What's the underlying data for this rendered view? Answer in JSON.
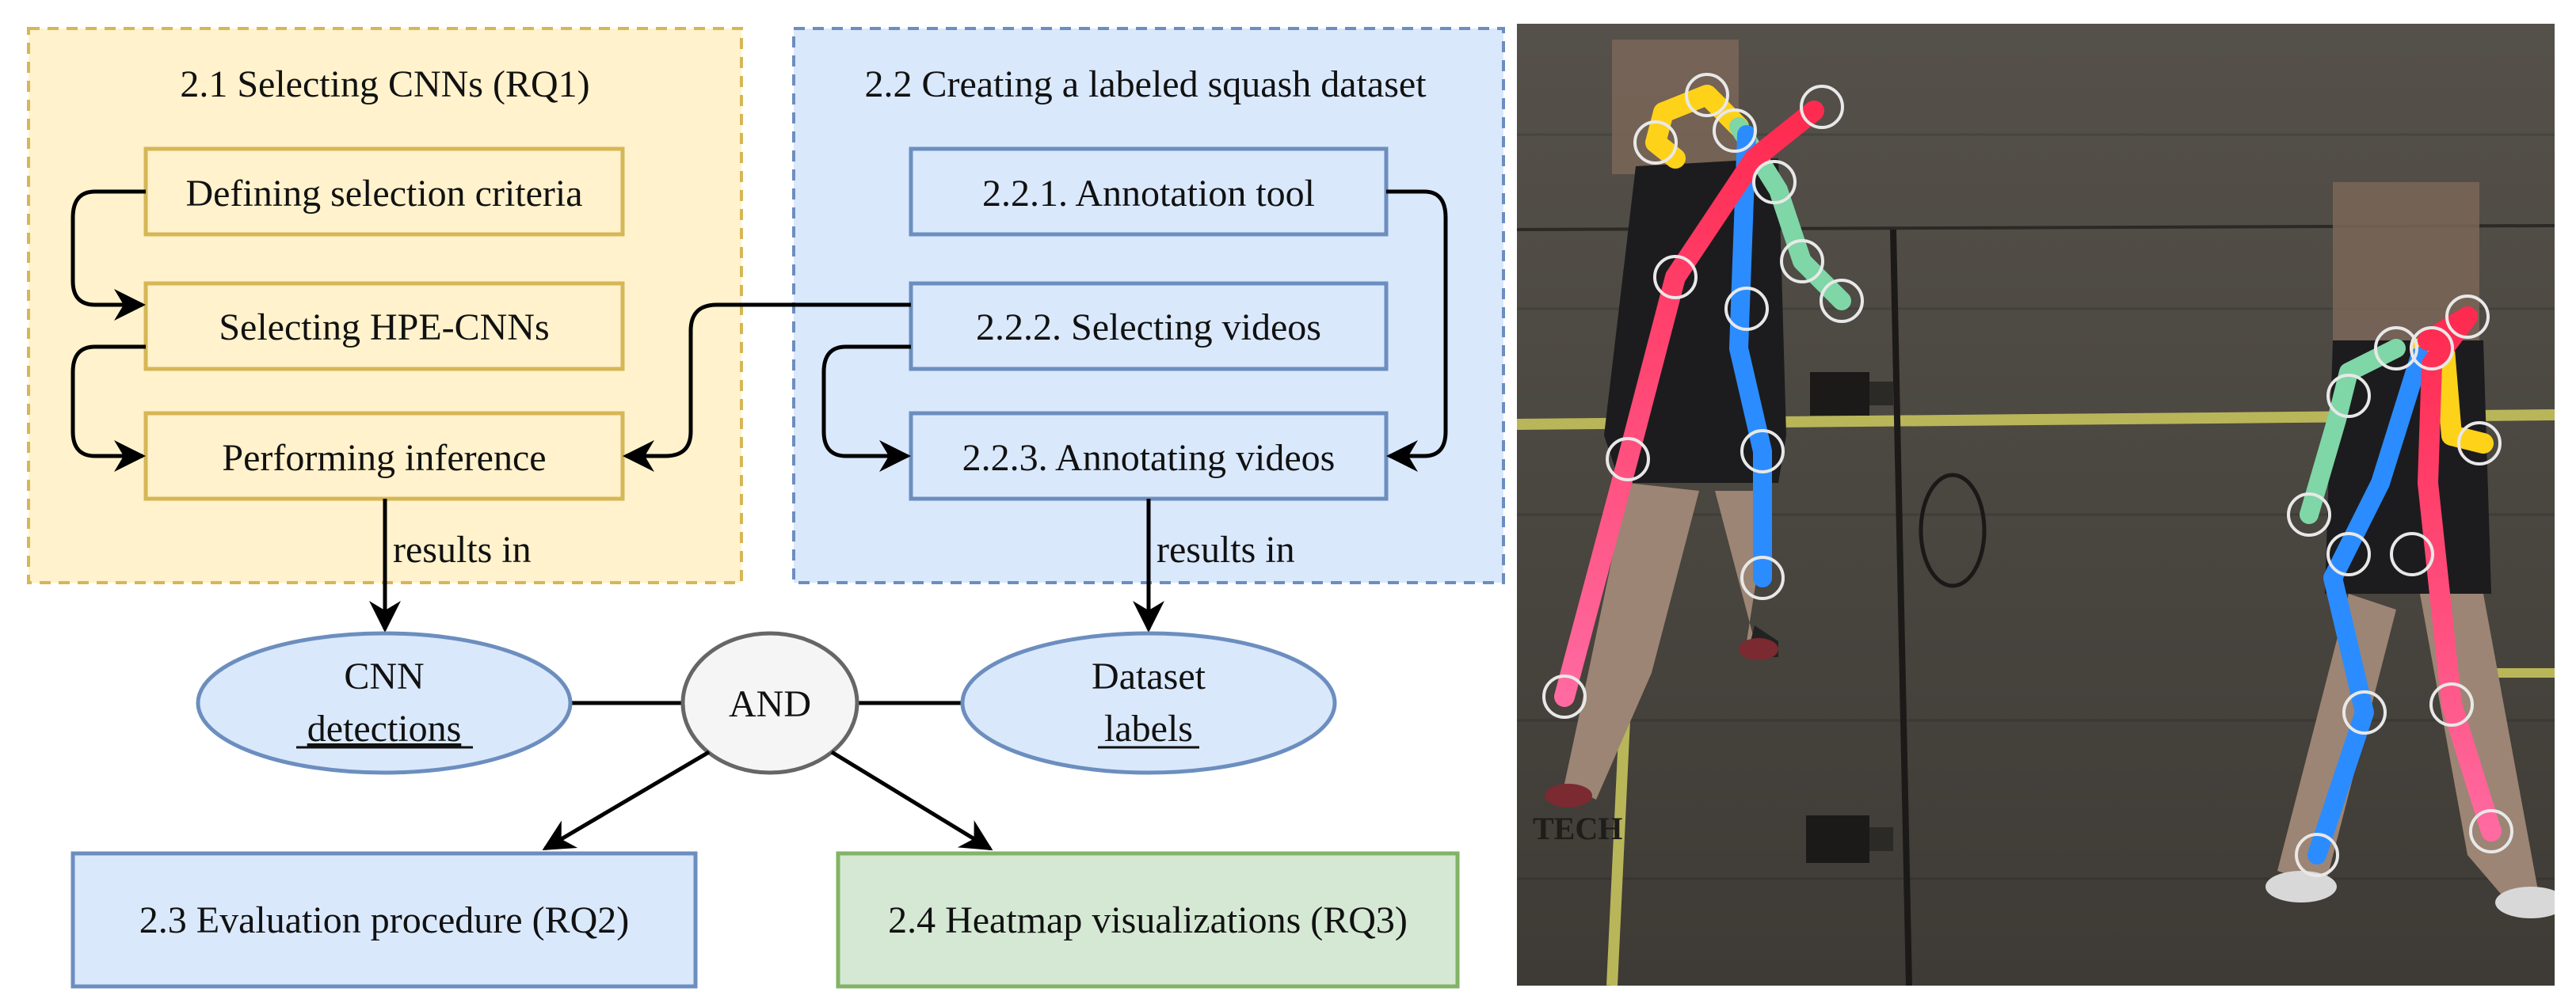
{
  "sections": {
    "s21": {
      "title": "2.1 Selecting CNNs (RQ1)",
      "steps": [
        "Defining selection criteria",
        "Selecting HPE-CNNs",
        "Performing inference"
      ]
    },
    "s22": {
      "title": "2.2 Creating a labeled squash dataset",
      "steps": [
        "2.2.1. Annotation tool",
        "2.2.2. Selecting videos",
        "2.2.3. Annotating videos"
      ]
    }
  },
  "edge_labels": {
    "left": "results in",
    "right": "results in"
  },
  "outputs": {
    "cnn": {
      "line1": "CNN",
      "line2": "detections"
    },
    "and": "AND",
    "dataset": {
      "line1": "Dataset",
      "line2": "labels"
    }
  },
  "results": {
    "s23": "2.3 Evaluation procedure (RQ2)",
    "s24": "2.4 Heatmap visualizations (RQ3)"
  },
  "photo": {
    "overlay_text": "TECH"
  },
  "colors": {
    "yellow_fill": "#fff2cc",
    "yellow_stroke": "#d6b656",
    "blue_fill": "#dae8fc",
    "blue_stroke": "#6c8ebf",
    "green_fill": "#d5e8d4",
    "green_stroke": "#82b366",
    "grey_fill": "#f5f5f5",
    "grey_stroke": "#666666"
  }
}
